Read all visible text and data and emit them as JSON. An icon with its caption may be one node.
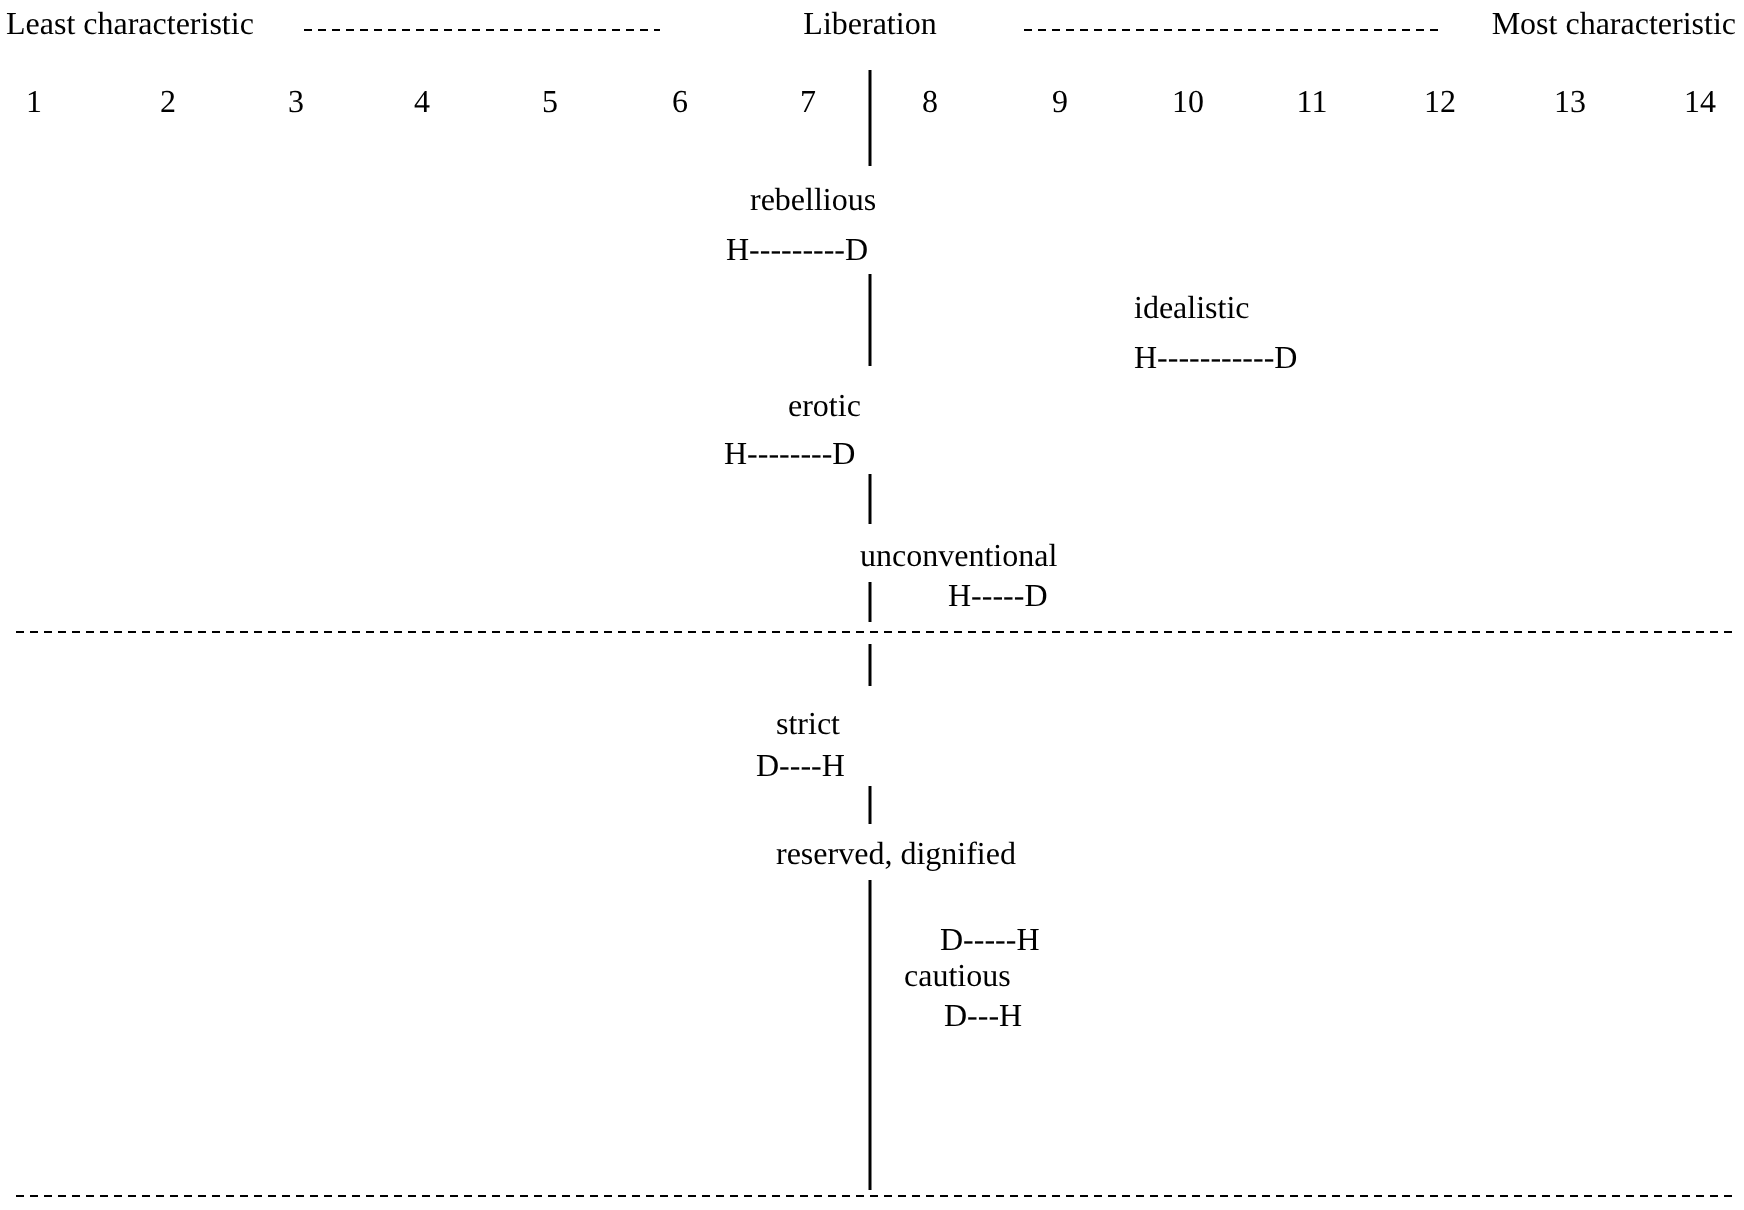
{
  "diagram": {
    "labels": [
      "Least characteristic",
      "Liberation",
      "Most characteristic",
      "1",
      "2",
      "3",
      "4",
      "5",
      "6",
      "7",
      "8",
      "9",
      "10",
      "11",
      "12",
      "13",
      "14",
      "rebellious",
      "H---------D",
      "idealistic",
      "H-----------D",
      "erotic",
      "H--------D",
      "unconventional",
      "H-----D",
      "strict",
      "D----H",
      "reserved, dignified",
      "D-----H",
      "cautious",
      "D---H"
    ]
  }
}
